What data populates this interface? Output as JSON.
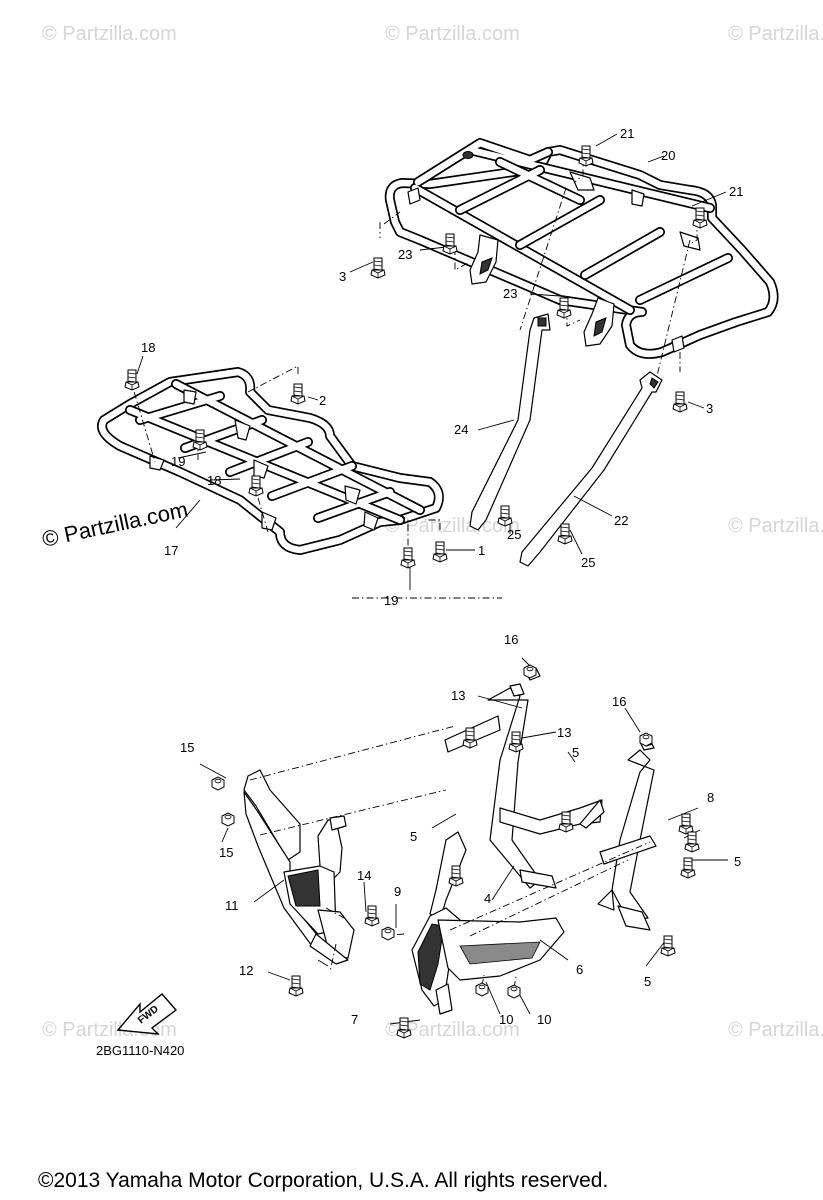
{
  "watermarks": {
    "faint": "© Partzilla.com",
    "main": "© Partzilla.com"
  },
  "diagram_code": "2BG1110-N420",
  "fwd_label": "FWD",
  "copyright": "©2013  Yamaha Motor Corporation, U.S.A. All rights reserved.",
  "callouts": {
    "c1": "1",
    "c2": "2",
    "c3a": "3",
    "c3b": "3",
    "c4": "4",
    "c5a": "5",
    "c5b": "5",
    "c5c": "5",
    "c5d": "5",
    "c6": "6",
    "c7": "7",
    "c8": "8",
    "c9": "9",
    "c10a": "10",
    "c10b": "10",
    "c11": "11",
    "c12": "12",
    "c13a": "13",
    "c13b": "13",
    "c14": "14",
    "c15a": "15",
    "c15b": "15",
    "c16a": "16",
    "c16b": "16",
    "c17": "17",
    "c18a": "18",
    "c18b": "18",
    "c19a": "19",
    "c19b": "19",
    "c20": "20",
    "c21a": "21",
    "c21b": "21",
    "c22": "22",
    "c23a": "23",
    "c23b": "23",
    "c24": "24",
    "c25a": "25",
    "c25b": "25"
  },
  "colors": {
    "line": "#000000",
    "watermark": "#d6d6d6",
    "background": "#ffffff"
  }
}
